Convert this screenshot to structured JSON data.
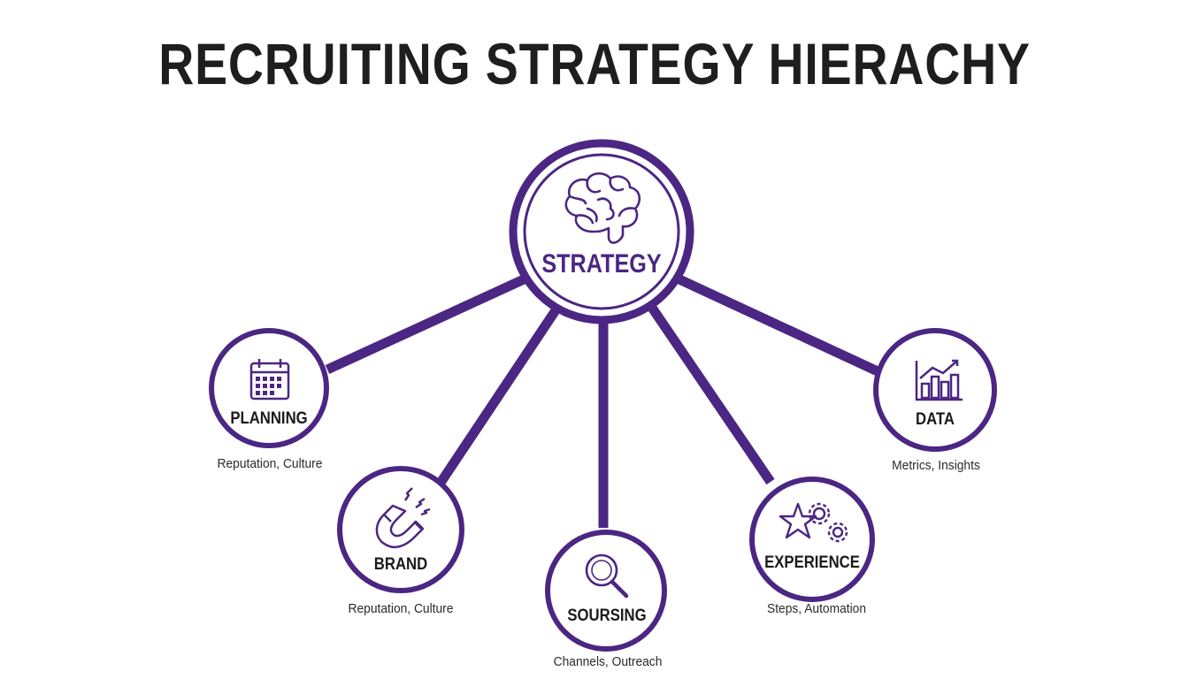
{
  "title": "RECRUITING STRATEGY HIERACHY",
  "colors": {
    "accent": "#4b2683",
    "text": "#1a1a1a"
  },
  "center": {
    "label": "STRATEGY",
    "icon": "brain-icon"
  },
  "nodes": [
    {
      "label": "PLANNING",
      "subtitle": "Reputation, Culture",
      "icon": "calendar-icon"
    },
    {
      "label": "BRAND",
      "subtitle": "Reputation, Culture",
      "icon": "magnet-icon"
    },
    {
      "label": "SOURSING",
      "subtitle": "Channels, Outreach",
      "icon": "magnifier-icon"
    },
    {
      "label": "EXPERIENCE",
      "subtitle": "Steps, Automation",
      "icon": "star-gears-icon"
    },
    {
      "label": "DATA",
      "subtitle": "Metrics, Insights",
      "icon": "bar-chart-icon"
    }
  ]
}
